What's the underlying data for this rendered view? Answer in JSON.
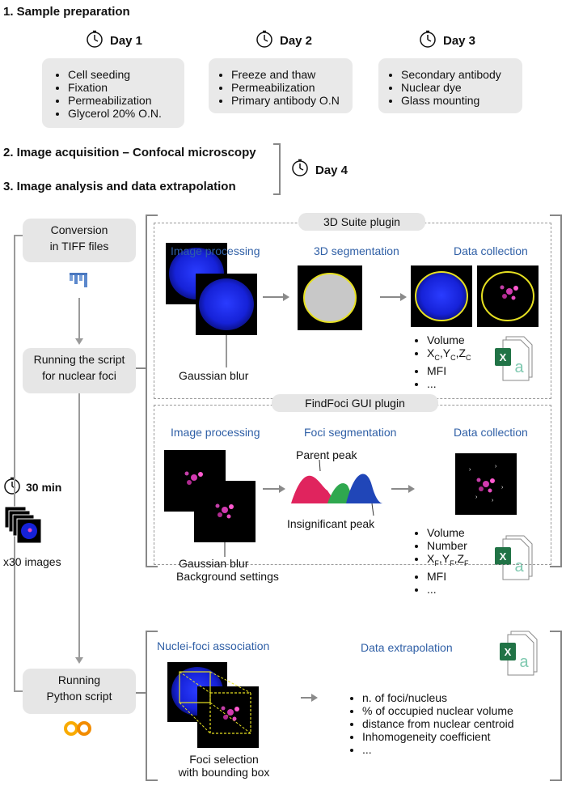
{
  "sections": {
    "s1": "1. Sample preparation",
    "s2": "2. Image acquisition – Confocal microscopy",
    "s3": "3. Image analysis and data extrapolation"
  },
  "days": [
    {
      "label": "Day 1",
      "items": [
        "Cell seeding",
        "Fixation",
        "Permeabilization",
        "Glycerol 20% O.N."
      ]
    },
    {
      "label": "Day 2",
      "items": [
        "Freeze and thaw",
        "Permeabilization",
        "Primary antibody O.N"
      ]
    },
    {
      "label": "Day 3",
      "items": [
        "Secondary antibody",
        "Nuclear dye",
        "Glass mounting"
      ]
    }
  ],
  "day4": "Day 4",
  "workflow": {
    "conversion": [
      "Conversion",
      "in TIFF files"
    ],
    "running_script": [
      "Running the script",
      "for nuclear foci"
    ],
    "time": "30 min",
    "images": "x30 images",
    "running_python": [
      "Running",
      "Python script"
    ]
  },
  "suite": {
    "title": "3D Suite plugin",
    "image_processing": "Image processing",
    "segmentation": "3D segmentation",
    "data_collection": "Data collection",
    "blur": "Gaussian blur",
    "data": {
      "volume": "Volume",
      "x": "X",
      "y": "Y",
      "z": "Z",
      "sub": "C",
      "mfi": "MFI",
      "more": "..."
    }
  },
  "findfoci": {
    "title": "FindFoci GUI plugin",
    "image_processing": "Image processing",
    "segmentation": "Foci segmentation",
    "data_collection": "Data collection",
    "parent_peak": "Parent peak",
    "insignificant_peak": "Insignificant peak",
    "blur": "Gaussian blur",
    "background": "Background settings",
    "data": {
      "volume": "Volume",
      "number": "Number",
      "x": "X",
      "y": "Y",
      "z": "Z",
      "sub": "F",
      "mfi": "MFI",
      "more": "..."
    }
  },
  "python": {
    "association": "Nuclei-foci association",
    "extrapolation": "Data extrapolation",
    "foci_selection": [
      "Foci",
      "selection",
      "with bounding box"
    ],
    "items": [
      "n. of foci/nucleus",
      "% of occupied nuclear volume",
      "distance from nuclear centroid",
      "Inhomogeneity coefficient",
      "..."
    ]
  },
  "icons": {
    "clock": "clock-icon",
    "excel": "excel-icon",
    "fiji": "fiji-icon",
    "colab": "colab-icon"
  },
  "colors": {
    "accent_blue": "#2f5fa6",
    "nucleus": "#1a2be6",
    "segment_outline": "#e6e021",
    "excel_green": "#217346",
    "colab_orange": "#f9ab00"
  }
}
